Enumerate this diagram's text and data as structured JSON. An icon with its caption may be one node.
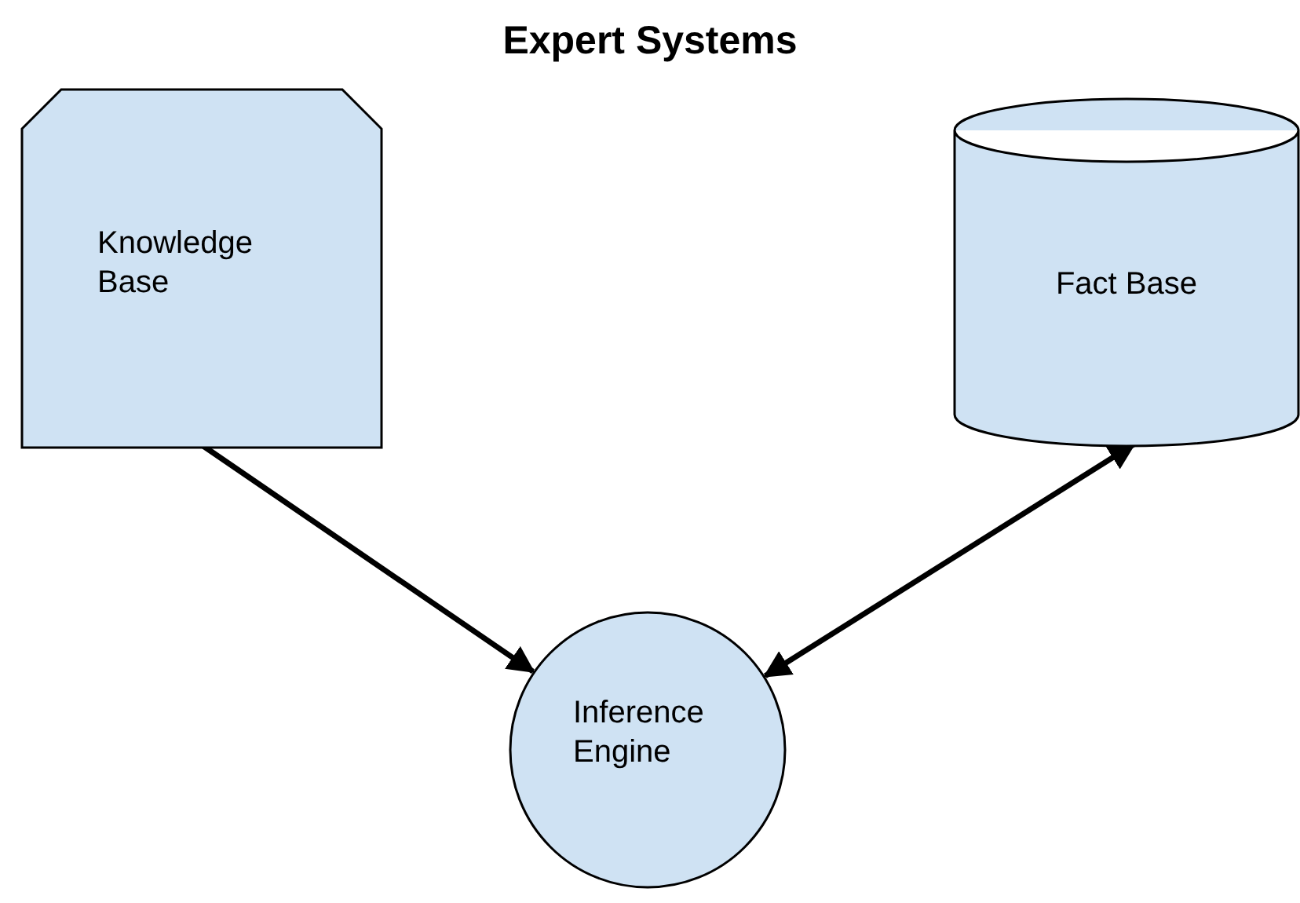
{
  "diagram": {
    "title": "Expert Systems",
    "nodes": [
      {
        "text": [
          "Knowledge Base"
        ]
      },
      {
        "text": [
          "Fact Base"
        ]
      },
      {
        "text": [
          "Inference Engine"
        ]
      }
    ],
    "edges": [
      {
        "from": 0,
        "to": 2,
        "arrow": "to"
      },
      {
        "from": 1,
        "to": 2,
        "arrow": "both"
      }
    ]
  }
}
